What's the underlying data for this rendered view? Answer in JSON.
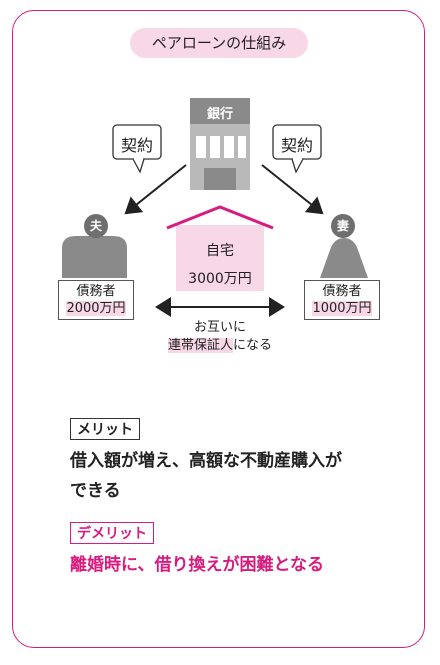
{
  "title": "ペアローンの仕組み",
  "bank": {
    "label": "銀行"
  },
  "contract_left": "契約",
  "contract_right": "契約",
  "house": {
    "line1": "自宅",
    "line2": "3000万円"
  },
  "husband": {
    "badge": "夫",
    "role": "債務者",
    "amount": "2000万円"
  },
  "wife": {
    "badge": "妻",
    "role": "債務者",
    "amount": "1000万円"
  },
  "mutual": {
    "line1": "お互いに",
    "highlight": "連帯保証人",
    "tail": "になる"
  },
  "merit": {
    "tag": "メリット",
    "text_line1": "借入額が増え、高額な不動産購入が",
    "text_line2": "できる"
  },
  "demerit": {
    "tag": "デメリット",
    "text": "離婚時に、借り換えが困難となる"
  },
  "colors": {
    "accent": "#d81b7e",
    "accent_light": "#f8d7e6",
    "gray": "#6f6f6f"
  }
}
